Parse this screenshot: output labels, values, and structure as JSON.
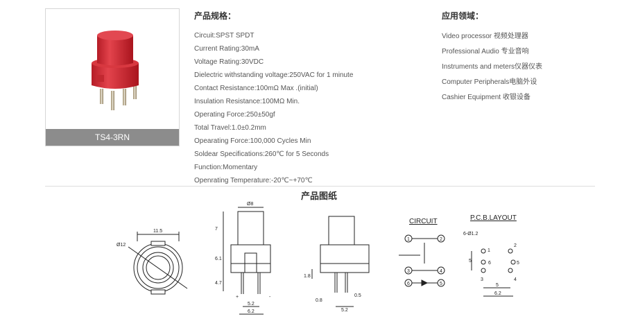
{
  "product": {
    "model": "TS4-3RN",
    "button_color": "#d42c36"
  },
  "specs": {
    "title": "产品规格：",
    "items": [
      "Circuit:SPST SPDT",
      "Current Rating:30mA",
      "Voltage Rating:30VDC",
      "Dielectric withstanding voltage:250VAC for 1 minute",
      "Contact Resistance:100mΩ Max .(initial)",
      "Insulation Resistance:100MΩ Min.",
      "Operating Force:250±50gf",
      "Total Travel:1.0±0.2mm",
      "Opearating Force:100,000 Cycles Min",
      "Soldear Specifications:260℃ for 5 Seconds",
      "Function:Momentary",
      "Openrating Temperature:-20℃~+70℃"
    ]
  },
  "applications": {
    "title": "应用领域：",
    "items": [
      "Video processor 视频处理器",
      "Professional Audio 专业音响",
      "Instruments and meters仪器仪表",
      "Computer Peripherals电脑外设",
      "Cashier Equipment  收银设备"
    ]
  },
  "drawings": {
    "title": "产品图纸",
    "top_view": {
      "width_label": "11.5",
      "dia_label": "Ø12"
    },
    "front_view": {
      "top_dim": "Ø8",
      "h1": "7",
      "h2": "6.1",
      "h3": "4.7",
      "plus": "+",
      "minus": "-",
      "pitch1": "5.2",
      "pitch2": "6.2"
    },
    "side_view": {
      "h": "1.8",
      "lead": "0.8",
      "pin": "0.5",
      "pitch": "5.2"
    },
    "circuit": {
      "title": "CIRCUIT",
      "pins": [
        "1",
        "2",
        "3",
        "4",
        "6",
        "5"
      ]
    },
    "pcb": {
      "title": "P.C.B.LAYOUT",
      "hole": "6-Ø1.2",
      "pins": [
        "1",
        "2",
        "3",
        "4",
        "5",
        "6"
      ],
      "dim_v": "5",
      "dim_h1": "5",
      "dim_h2": "6.2"
    }
  }
}
